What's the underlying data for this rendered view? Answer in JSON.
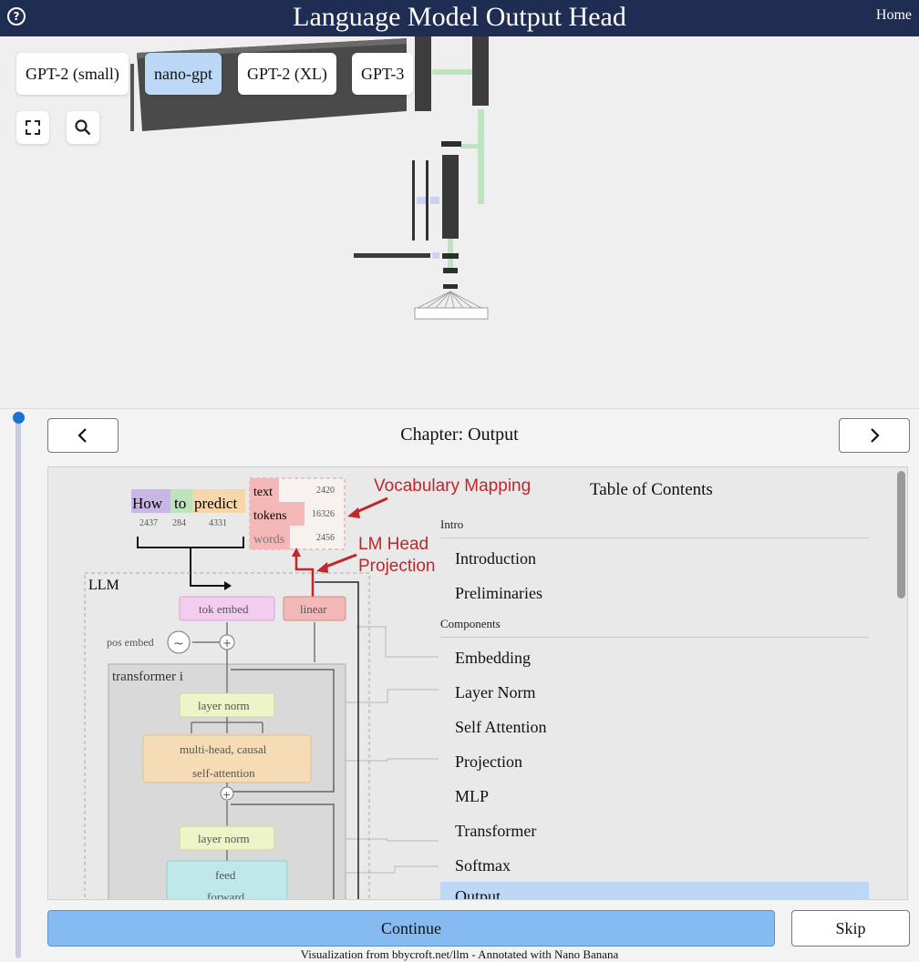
{
  "header": {
    "help_glyph": "?",
    "title": "Language Model Output Head",
    "home": "Home"
  },
  "models": [
    "GPT-2 (small)",
    "nano-gpt",
    "GPT-2 (XL)",
    "GPT-3"
  ],
  "active_model": "nano-gpt",
  "icons": {
    "fullscreen": "fullscreen-icon",
    "search": "search-icon",
    "prev": "chevron-left-icon",
    "next": "chevron-right-icon"
  },
  "chapter": "Chapter: Output",
  "diagram": {
    "tokens": [
      {
        "text": "How",
        "id": "2437",
        "color": "#c9b6e4"
      },
      {
        "text": "to",
        "id": "284",
        "color": "#bde3bd"
      },
      {
        "text": "predict",
        "id": "4331",
        "color": "#f6d7aa"
      }
    ],
    "vocab": [
      {
        "text": "text",
        "id": "2420"
      },
      {
        "text": "tokens",
        "id": "16326"
      },
      {
        "text": "words",
        "id": "2456"
      }
    ],
    "annotation_vocab": "Vocabulary Mapping",
    "annotation_lm_1": "LM Head",
    "annotation_lm_2": "Projection",
    "llm_label": "LLM",
    "tok_embed": "tok embed",
    "linear": "linear",
    "pos_embed": "pos embed",
    "transformer": "transformer i",
    "layer_norm": "layer norm",
    "attention_1": "multi-head, causal",
    "attention_2": "self-attention",
    "feed_1": "feed",
    "feed_2": "forward",
    "plus": "+",
    "tilde": "~"
  },
  "toc": {
    "title": "Table of Contents",
    "sections": [
      {
        "name": "Intro",
        "items": [
          "Introduction",
          "Preliminaries"
        ]
      },
      {
        "name": "Components",
        "items": [
          "Embedding",
          "Layer Norm",
          "Self Attention",
          "Projection",
          "MLP",
          "Transformer",
          "Softmax",
          "Output"
        ]
      }
    ],
    "active": "Output"
  },
  "continue": "Continue",
  "skip": "Skip",
  "footer": "Visualization from bbycroft.net/llm - Annotated with Nano Banana",
  "colors": {
    "header_bg": "#1f2d52",
    "accent": "#86bbf2",
    "active": "#bcd8f6",
    "annotation": "#c0262b"
  }
}
